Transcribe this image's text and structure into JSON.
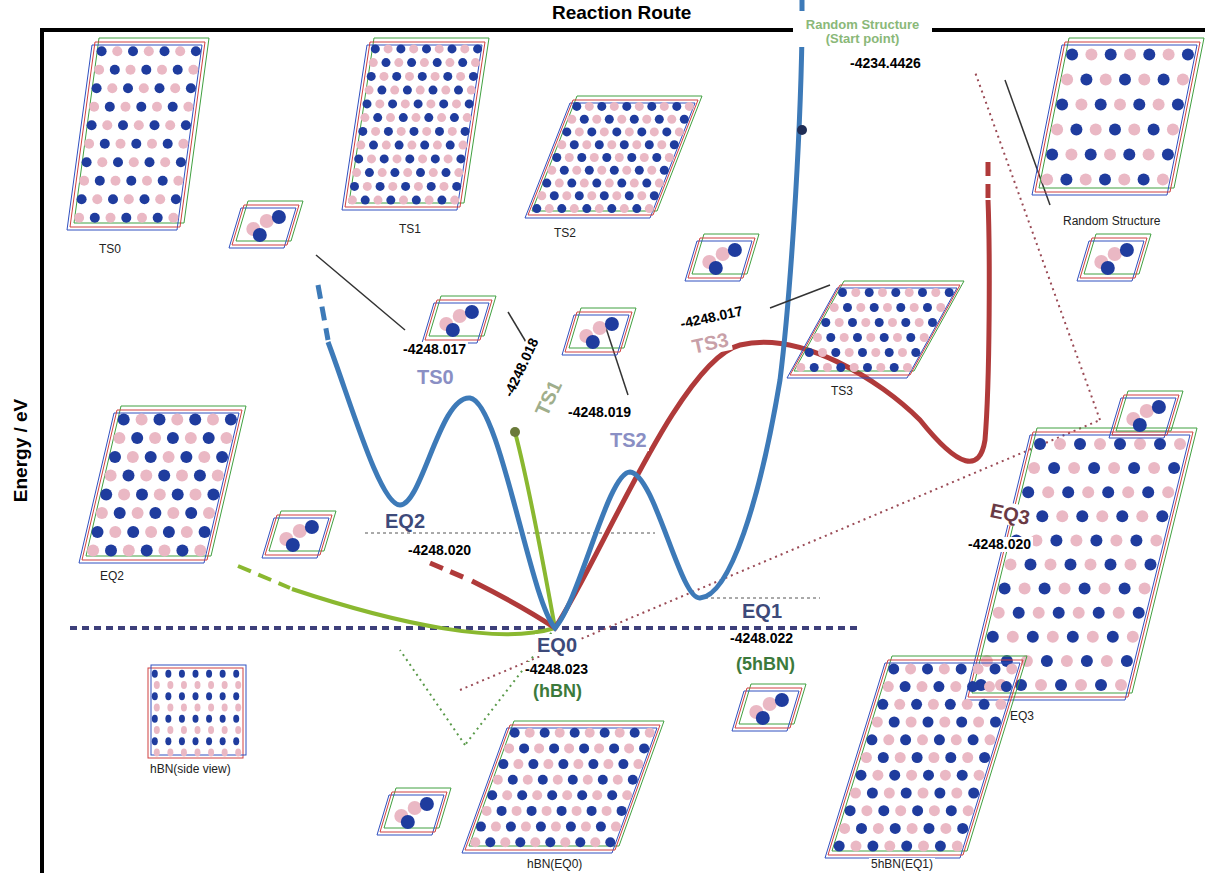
{
  "diagram": {
    "title": "Reaction Route",
    "labels": [
      "TS0",
      "TS1",
      "TS2",
      "-4248.017",
      "TS0",
      "-4248.018",
      "TS1",
      "-4248.019",
      "TS2",
      "-4248.017",
      "TS3",
      "Random Structure (Start point)",
      "-4234.4426",
      "Random Structure",
      "TS3",
      "EQ2",
      "-4248.020",
      "EQ2",
      "EQ0",
      "-4248.023",
      "(hBN)",
      "EQ1",
      "-4248.022",
      "(5hBN)",
      "EQ3",
      "-4248.020",
      "EQ3",
      "hBN(side view)",
      "hBN(EQ0)",
      "5hBN(EQ1)",
      "Energy / eV"
    ]
  }
}
